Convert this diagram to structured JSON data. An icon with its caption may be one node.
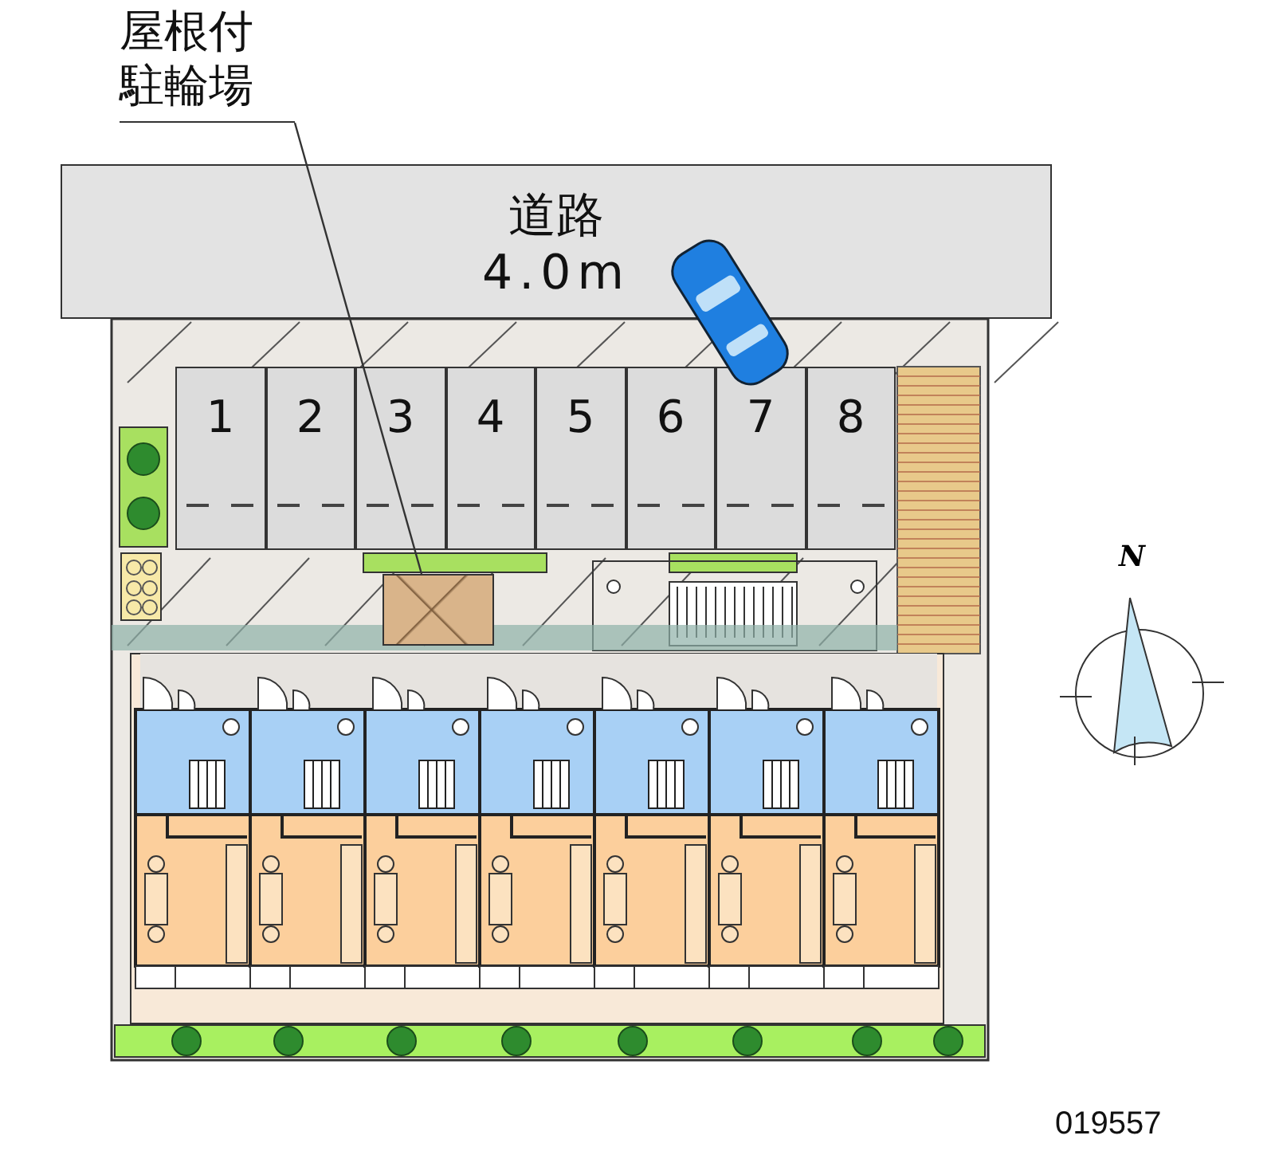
{
  "diagram": {
    "nodes": [
      {
        "text": [
          "屋根付駐輪場"
        ]
      },
      {
        "text": [
          "道路",
          "4.0m"
        ]
      },
      {
        "text": [
          "1"
        ]
      },
      {
        "text": [
          "2"
        ]
      },
      {
        "text": [
          "3"
        ]
      },
      {
        "text": [
          "4"
        ]
      },
      {
        "text": [
          "5"
        ]
      },
      {
        "text": [
          "6"
        ]
      },
      {
        "text": [
          "7"
        ]
      },
      {
        "text": [
          "8"
        ]
      },
      {
        "text": [],
        "shape": "box"
      }
    ],
    "edges": [
      {
        "from": 0,
        "to": 10,
        "arrow": "none"
      }
    ],
    "labels": [
      "N",
      "019557"
    ]
  }
}
